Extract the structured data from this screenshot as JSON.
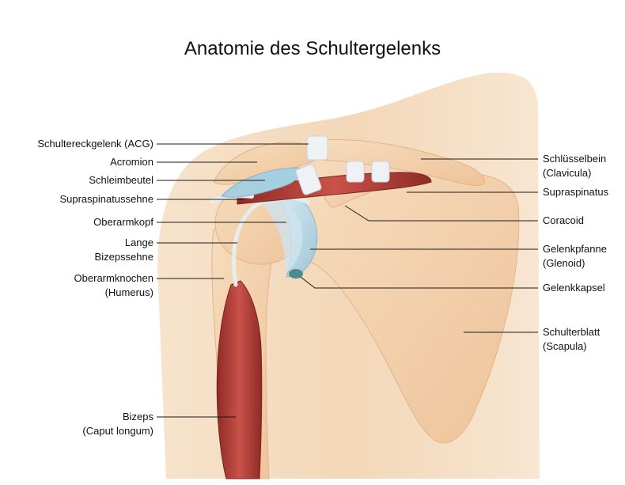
{
  "title": "Anatomie des Schultergelenks",
  "colors": {
    "skin": "#f3d9bb",
    "bone": "#f2cfa6",
    "bone_shade": "#e4b88c",
    "muscle": "#b8423c",
    "cartilage": "#bcdbe8",
    "ligament": "#e9eef2",
    "leader": "#1a1a1a"
  },
  "labels_left": [
    {
      "id": "acg",
      "lines": [
        "Schultereckgelenk (ACG)"
      ]
    },
    {
      "id": "acromion",
      "lines": [
        "Acromion"
      ]
    },
    {
      "id": "bursa",
      "lines": [
        "Schleimbeutel"
      ]
    },
    {
      "id": "supraspinatus-tendon",
      "lines": [
        "Supraspinatussehne"
      ]
    },
    {
      "id": "humeral-head",
      "lines": [
        "Oberarmkopf"
      ]
    },
    {
      "id": "biceps-long-tendon",
      "lines": [
        "Lange",
        "Bizepssehne"
      ]
    },
    {
      "id": "humerus",
      "lines": [
        "Oberarmknochen",
        "(Humerus)"
      ]
    },
    {
      "id": "biceps",
      "lines": [
        "Bizeps",
        "(Caput longum)"
      ]
    }
  ],
  "labels_right": [
    {
      "id": "clavicle",
      "lines": [
        "Schlüsselbein",
        "(Clavicula)"
      ]
    },
    {
      "id": "supraspinatus",
      "lines": [
        "Supraspinatus"
      ]
    },
    {
      "id": "coracoid",
      "lines": [
        "Coracoid"
      ]
    },
    {
      "id": "glenoid",
      "lines": [
        "Gelenkpfanne",
        "(Glenoid)"
      ]
    },
    {
      "id": "capsule",
      "lines": [
        "Gelenkkapsel"
      ]
    },
    {
      "id": "scapula",
      "lines": [
        "Schulterblatt",
        "(Scapula)"
      ]
    }
  ]
}
